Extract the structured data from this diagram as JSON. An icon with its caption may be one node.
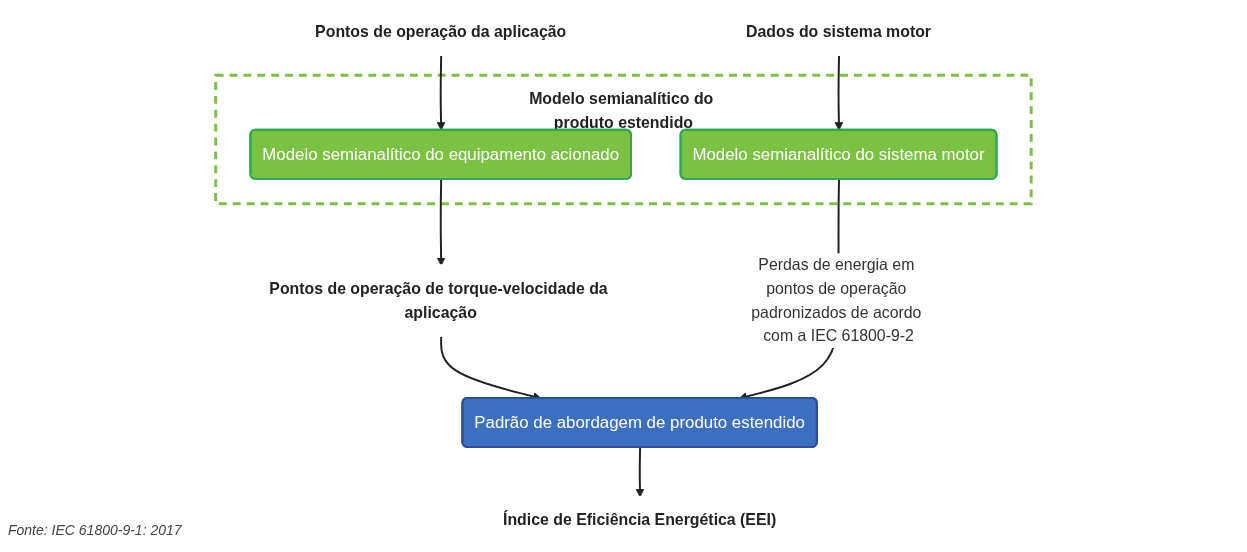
{
  "diagram": {
    "caption": "Fonte: IEC 61800-9-1: 2017",
    "nodes": [
      {
        "text": [
          "Dados do sistema motor"
        ]
      },
      {
        "text": [
          "Pontos de operação da aplicação"
        ]
      },
      {
        "text": [
          "Modelo semianalítico do produto estendido"
        ]
      },
      {
        "text": [
          "Modelo semianalítico do sistema motor"
        ],
        "in": 2
      },
      {
        "text": [
          "Modelo semianalítico do equipamento acionado"
        ],
        "in": 2
      },
      {
        "text": [
          "Pontos de operação de torque-velocidade da aplicação"
        ]
      },
      {
        "text": [
          "Padrão de abordagem de produto estendido"
        ]
      },
      {
        "text": [
          "Índice de Eficiência Energética (EEI)"
        ]
      }
    ],
    "edges": [
      {
        "from": 0,
        "to": 3,
        "arrow": "to"
      },
      {
        "from": 1,
        "to": 4,
        "arrow": "to"
      },
      {
        "from": 4,
        "to": 5,
        "arrow": "to"
      },
      {
        "from": 5,
        "to": 6,
        "arrow": "to"
      },
      {
        "from": 3,
        "to": 6,
        "arrow": "to",
        "label": "Perdas de energia em pontos de operação padronizados de acordo com a IEC 61800-9-2"
      },
      {
        "from": 6,
        "to": 7,
        "arrow": "to"
      }
    ]
  }
}
